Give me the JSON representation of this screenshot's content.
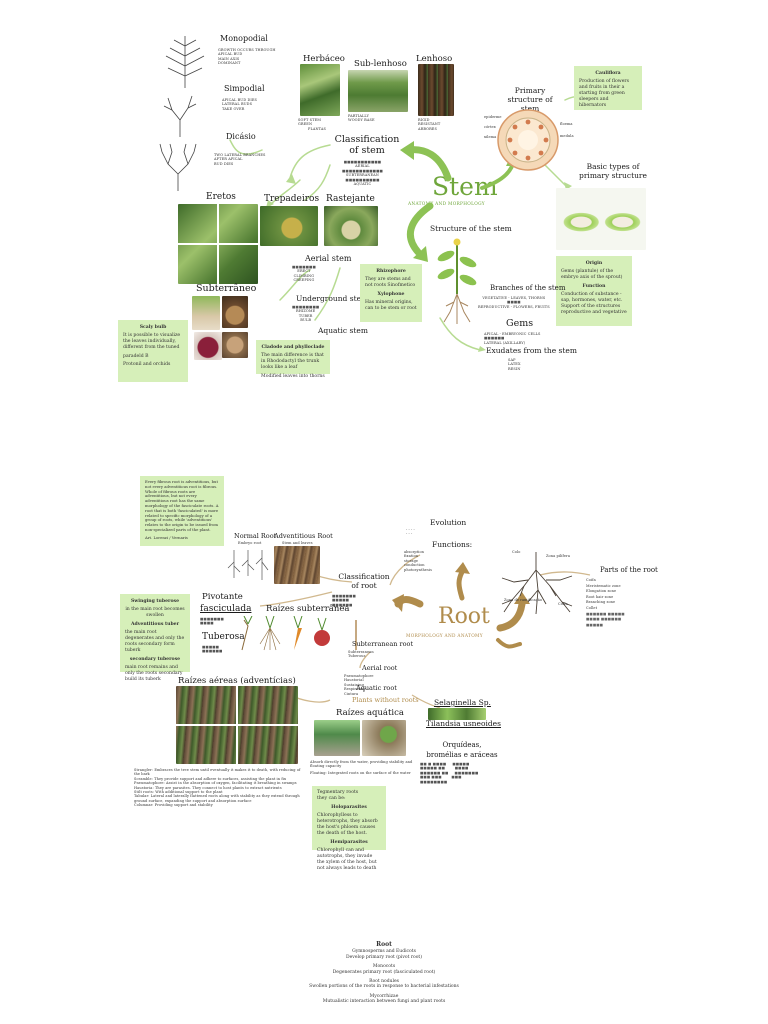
{
  "stem": {
    "title": "Stem",
    "subtitle": "ANATOMY AND MORPHOLOGY",
    "accent": "#6fa63b",
    "classification": {
      "title": "Classification of stem",
      "branching": [
        {
          "label": "Monopodial",
          "lines": [
            "GROWTH OCCURS THROUGH",
            "APICAL BUD",
            "MAIN AXIS",
            "DOMINANT"
          ]
        },
        {
          "label": "Simpodial",
          "lines": [
            "APICAL BUD DIES",
            "LATERAL BUDS",
            "TAKE OVER"
          ]
        },
        {
          "label": "Dicásio",
          "lines": [
            "TWO LATERAL BRANCHES",
            "AFTER APICAL",
            "BUD DIES"
          ]
        }
      ],
      "texture": [
        {
          "label": "Herbáceo",
          "lines": [
            "SOFT STEM",
            "GREEN",
            "PLANTAS"
          ]
        },
        {
          "label": "Sub-lenhoso",
          "lines": [
            "PARTIALLY",
            "WOODY BASE"
          ]
        },
        {
          "label": "Lenhoso",
          "lines": [
            "RIGID",
            "RESISTANT",
            "ARBORES"
          ]
        }
      ],
      "habitat_lines": [
        "AERIAL",
        "SUBTERRANEAN",
        "AQUATIC"
      ],
      "aerial": [
        {
          "label": "Eretos"
        },
        {
          "label": "Trepadeiros"
        },
        {
          "label": "Rastejante"
        }
      ],
      "aerial_stem": {
        "title": "Aerial stem",
        "lines": [
          "ERECT",
          "CLIMBING",
          "CREEPING"
        ]
      },
      "underground_stem": {
        "title": "Underground stem",
        "lines": [
          "RHIZOME",
          "TUBER",
          "BULB"
        ]
      },
      "aquatic_stem": {
        "title": "Aquatic stem"
      },
      "subterraneo": "Subterrâneo"
    },
    "primary_structure": {
      "title": "Primary structure of stem",
      "labels": [
        "epiderme",
        "córtex",
        "xilema",
        "floema",
        "medula"
      ]
    },
    "basic_types": {
      "title": "Basic types of primary structure"
    },
    "structure": {
      "title": "Structure of the stem"
    },
    "branches": {
      "title": "Branches of the stem",
      "lines": [
        "VEGETATIVE - LEAVES, THORNS",
        "",
        "REPRODUCTIVE - FLOWERS, FRUITS"
      ]
    },
    "gems": {
      "title": "Gems",
      "lines": [
        "APICAL - EMBRYONIC CELLS",
        "LATERAL (AXILLARY)"
      ]
    },
    "exudates": {
      "title": "Exudates from the stem",
      "lines": [
        "SAP",
        "LATEX",
        "RESIN"
      ]
    },
    "notes": {
      "cauliflora": {
        "title": "Cauliflora",
        "text": "Production of flowers and fruits in their a starting from green sleepers and hibernators"
      },
      "origin": {
        "title": "Origin",
        "text": "Gems (plantule) of the embryo axis of the sprout)"
      },
      "function": {
        "title": "Function",
        "text": "Conduction of substance - sap, hormones, water, etc. Support of the structures reproductive and vegetative"
      },
      "rhizophore": {
        "title": "Rhizophore",
        "text": "They are stems and not roots Sinofmetico"
      },
      "xylophone": {
        "title": "Xylophone",
        "text": "Has mineral origins, can to be stem or root"
      },
      "scaly_bulb": {
        "title": "Scaly bulb",
        "text": "It is possible to visualize the leaves individually, different from the tuned"
      },
      "paradeld": {
        "title": "paradeld B",
        "text": "Protonil and orchids"
      },
      "cladode": {
        "title": "Cladode and phylloclade",
        "text": "The main difference is that in Rhododactyl the trunk looks like a leaf",
        "text2": "Modified leaves into thorns"
      }
    }
  },
  "root": {
    "title": "Root",
    "subtitle": "MORPHOLOGY AND ANATOMY",
    "accent": "#b08c4c",
    "evolution": {
      "title": "Evolution",
      "lines": [
        "-  -  -  -",
        "-  -  -"
      ]
    },
    "functions": {
      "title": "Functions:",
      "lines": [
        "absorption",
        "fixation",
        "storage",
        "conduction",
        "photosynthesis"
      ]
    },
    "parts": {
      "title": "Parts of the root",
      "lines": [
        "Coifa",
        "Meristematic zone",
        "Elongation zone",
        "Root hair zone",
        "Branching zone",
        "Collet"
      ],
      "diagram_labels": [
        "Colo",
        "Zona pilífera",
        "Zona de ramificação",
        "Coifa"
      ]
    },
    "classification": {
      "title": "Classification of root"
    },
    "normal_root": {
      "title": "Normal Root",
      "sub": "Embryo root"
    },
    "adventitious_root": {
      "title": "Adventitious Root",
      "sub": "Stem and leaves"
    },
    "pivotante": "Pivotante",
    "fasciculada": "fasciculada",
    "tuberosa": "Tuberosa",
    "subterranea": "Raízes subterrânea",
    "subterranean_root": {
      "title": "Subterranean root",
      "lines": [
        "Subterranean",
        "Tuberous"
      ]
    },
    "aerial_root": {
      "title": "Aerial root",
      "lines": [
        "Pneumatophore",
        "Haustorial",
        "Sustaining",
        "Respiratory",
        "Cintura"
      ]
    },
    "aquatic_root": {
      "title": "Aquatic root"
    },
    "plants_without_roots": "Plants without roots",
    "selaginella": "Selaginella Sp.",
    "tilandsia": "Tilandsia usneoides",
    "orquideas": "Orquídeas, bromélias e aráceas",
    "raizes_aereas": "Raízes aéreas (adventícias)",
    "raizes_aquatica": "Raízes aquática",
    "aquatic_desc": "Absorb directly from the water, providing stability and floating capacity",
    "floating": "Floating: Integrated roots on the surface of the water",
    "notes": {
      "adventitious": {
        "text": "Every fibrous root is adventitious, but not every adventitious root is fibrous. Whole of fibrous roots are adventitious, but not every adventitious root has the same morphology of the fasciculate roots. A root that is both 'fasciculated' is more related to specific morphology of a group of roots, while 'adventitious' relates to the origin to be issued from non-specialized parts of the plant.",
        "footer": "Art. Lorenzi / Vernaris"
      },
      "tuberous": {
        "title": "Swinging tuberose",
        "sub": "in the main root becomes swollen",
        "h1": "Adventitious tuber",
        "t1": "the main root degenerates and only the roots secondary form tuberk",
        "h2": "secondary tuberose",
        "t2": "main root remains and only the roots secondary build its tuberk"
      },
      "tegmentary": {
        "title": "Tegmentary roots",
        "sub": "they can be:",
        "h1": "Holoparasites",
        "t1": "Chlorophylless to heterotrophs, they absorb the host's phloem causes the death of the host.",
        "h2": "Hemiparasites",
        "t2": "Chlorophyll can and autotrophs, they invade the xylem of the host, but not always leads to death"
      }
    },
    "aerial_types": [
      "Strangler: Embraces the tree stem until eventually it makes it to death, with reducing of the bark",
      "Scramble: They provide support and adhere to surfaces, assisting the plant in fix",
      "Pneumatophore: Assist in the absorption of oxygen, facilitating it breathing in swamps",
      "Haustoria: They are parasites. They connect to host plants to extract nutrients",
      "Stilt roots: With additional support to the plant",
      "Tabular: Lateral and laterally flattened roots along with stability as they extend through ground surface, expanding the support and absorption surface",
      "Columnar: Providing support and stability"
    ]
  },
  "summary": {
    "title": "Root",
    "blocks": [
      [
        "Gymnosperms and Eudicots",
        "Develop primary root (pivot root)"
      ],
      [
        "Monocots",
        "Degenerates primary root (fasciculated root)"
      ],
      [
        "Root nodules",
        "Swollen portions of the roots in response to bacterial infestations"
      ],
      [
        "Mycorrhizae",
        "Mutualistic interaction between fungi and plant roots"
      ]
    ]
  }
}
